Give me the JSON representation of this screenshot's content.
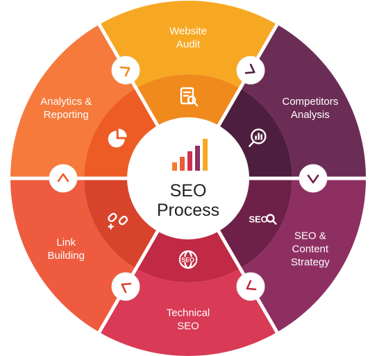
{
  "center": {
    "line1": "SEO",
    "line2": "Process"
  },
  "segments": [
    {
      "key": "website-audit",
      "lines": [
        "Website",
        "Audit"
      ],
      "outer": "#f7a823",
      "inner": "#f08a1c",
      "icon": "document-search-icon"
    },
    {
      "key": "competitors-analysis",
      "lines": [
        "Competitors",
        "Analysis"
      ],
      "outer": "#6b2d55",
      "inner": "#4e1e3e",
      "icon": "chart-search-icon"
    },
    {
      "key": "seo-content-strategy",
      "lines": [
        "SEO &",
        "Content",
        "Strategy"
      ],
      "outer": "#8e2f62",
      "inner": "#6e2148",
      "icon": "seo-search-icon"
    },
    {
      "key": "technical-seo",
      "lines": [
        "Technical",
        "SEO"
      ],
      "outer": "#d93a55",
      "inner": "#c12a44",
      "icon": "seo-globe-icon"
    },
    {
      "key": "link-building",
      "lines": [
        "Link",
        "Building"
      ],
      "outer": "#ee5b3e",
      "inner": "#d8432c",
      "icon": "link-icon"
    },
    {
      "key": "analytics-reporting",
      "lines": [
        "Analytics &",
        "Reporting"
      ],
      "outer": "#f57a3c",
      "inner": "#ee5c25",
      "icon": "pie-chart-icon"
    }
  ],
  "seo_glyph_text": "SEO",
  "bar_colors": [
    "#f47a2e",
    "#ee5a3a",
    "#cf3050",
    "#8e2f62",
    "#f7a823"
  ],
  "ring_color": "#ffffff"
}
